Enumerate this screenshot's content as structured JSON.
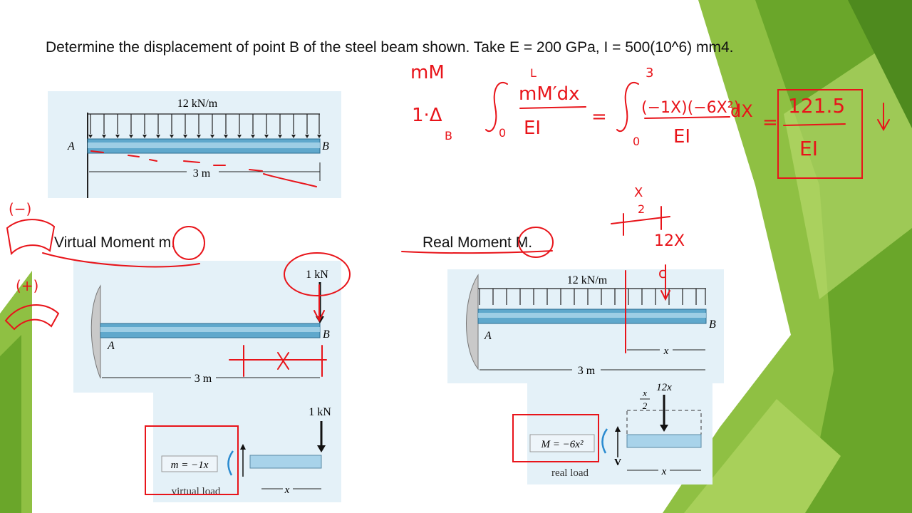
{
  "slide": {
    "question": "Determine the displacement of point B of the steel beam shown. Take E = 200 GPa, I = 500(10^6) mm4.",
    "virtual_heading": "Virtual Moment m.",
    "real_heading": "Real Moment M."
  },
  "top_figure": {
    "load_label": "12 kN/m",
    "support_label": "A",
    "end_label": "B",
    "span_label": "3 m"
  },
  "virtual_figure": {
    "force_label": "1 kN",
    "support_label": "A",
    "end_label": "B",
    "span_label": "3 m",
    "section_force_label": "1 kN",
    "moment_box": "m = −1x",
    "x_label": "x",
    "caption": "virtual load"
  },
  "real_figure": {
    "load_label": "12 kN/m",
    "support_label": "A",
    "end_label": "B",
    "x_label": "x",
    "span_label": "3 m",
    "resultant_label": "12x",
    "half_num": "x",
    "half_den": "2",
    "moment_box": "M = −6x²",
    "shear_label": "V",
    "section_x_label": "x",
    "caption": "real load"
  },
  "handwriting": {
    "mM": "mM",
    "lhs": "1·Δ",
    "lhs_sub": "B",
    "int1_upper": "L",
    "int1_lower": "0",
    "int1_num": "mM′dx",
    "int1_den": "EI",
    "equals": "=",
    "int2_upper": "3",
    "int2_lower": "0",
    "int2_num": "(−1X)(−6X²)",
    "int2_dx": "dX",
    "int2_den": "EI",
    "result_num": "121.5",
    "result_den": "EI",
    "minus_sign": "(−)",
    "plus_sign": "(+)",
    "x_over": "X",
    "x_under": "2",
    "twelve_x": "12X",
    "cl": "c"
  },
  "colors": {
    "ink": "#e8141a",
    "panel": "#e4f1f8",
    "green_dark": "#6aa62a",
    "green_light": "#a8d05a"
  }
}
